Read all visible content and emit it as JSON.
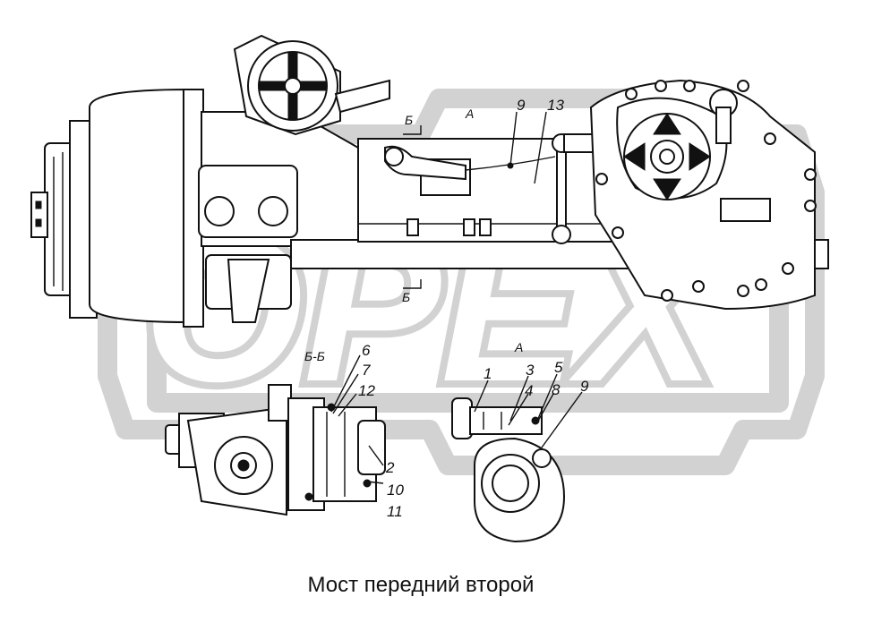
{
  "watermark": {
    "text": "OPEX"
  },
  "section_labels": {
    "b_top": "Б",
    "a_top": "А",
    "b_bottom": "Б",
    "bb": "Б-Б",
    "a_view": "А"
  },
  "callouts": {
    "n1": "1",
    "n2": "2",
    "n3": "3",
    "n4": "4",
    "n5": "5",
    "n6": "6",
    "n7": "7",
    "n8": "8",
    "n9_top": "9",
    "n9_view": "9",
    "n10": "10",
    "n11": "11",
    "n12": "12",
    "n13": "13"
  },
  "caption": "Мост передний второй",
  "colors": {
    "line": "#111111",
    "watermark": "#d2d2d2",
    "background": "#ffffff"
  }
}
